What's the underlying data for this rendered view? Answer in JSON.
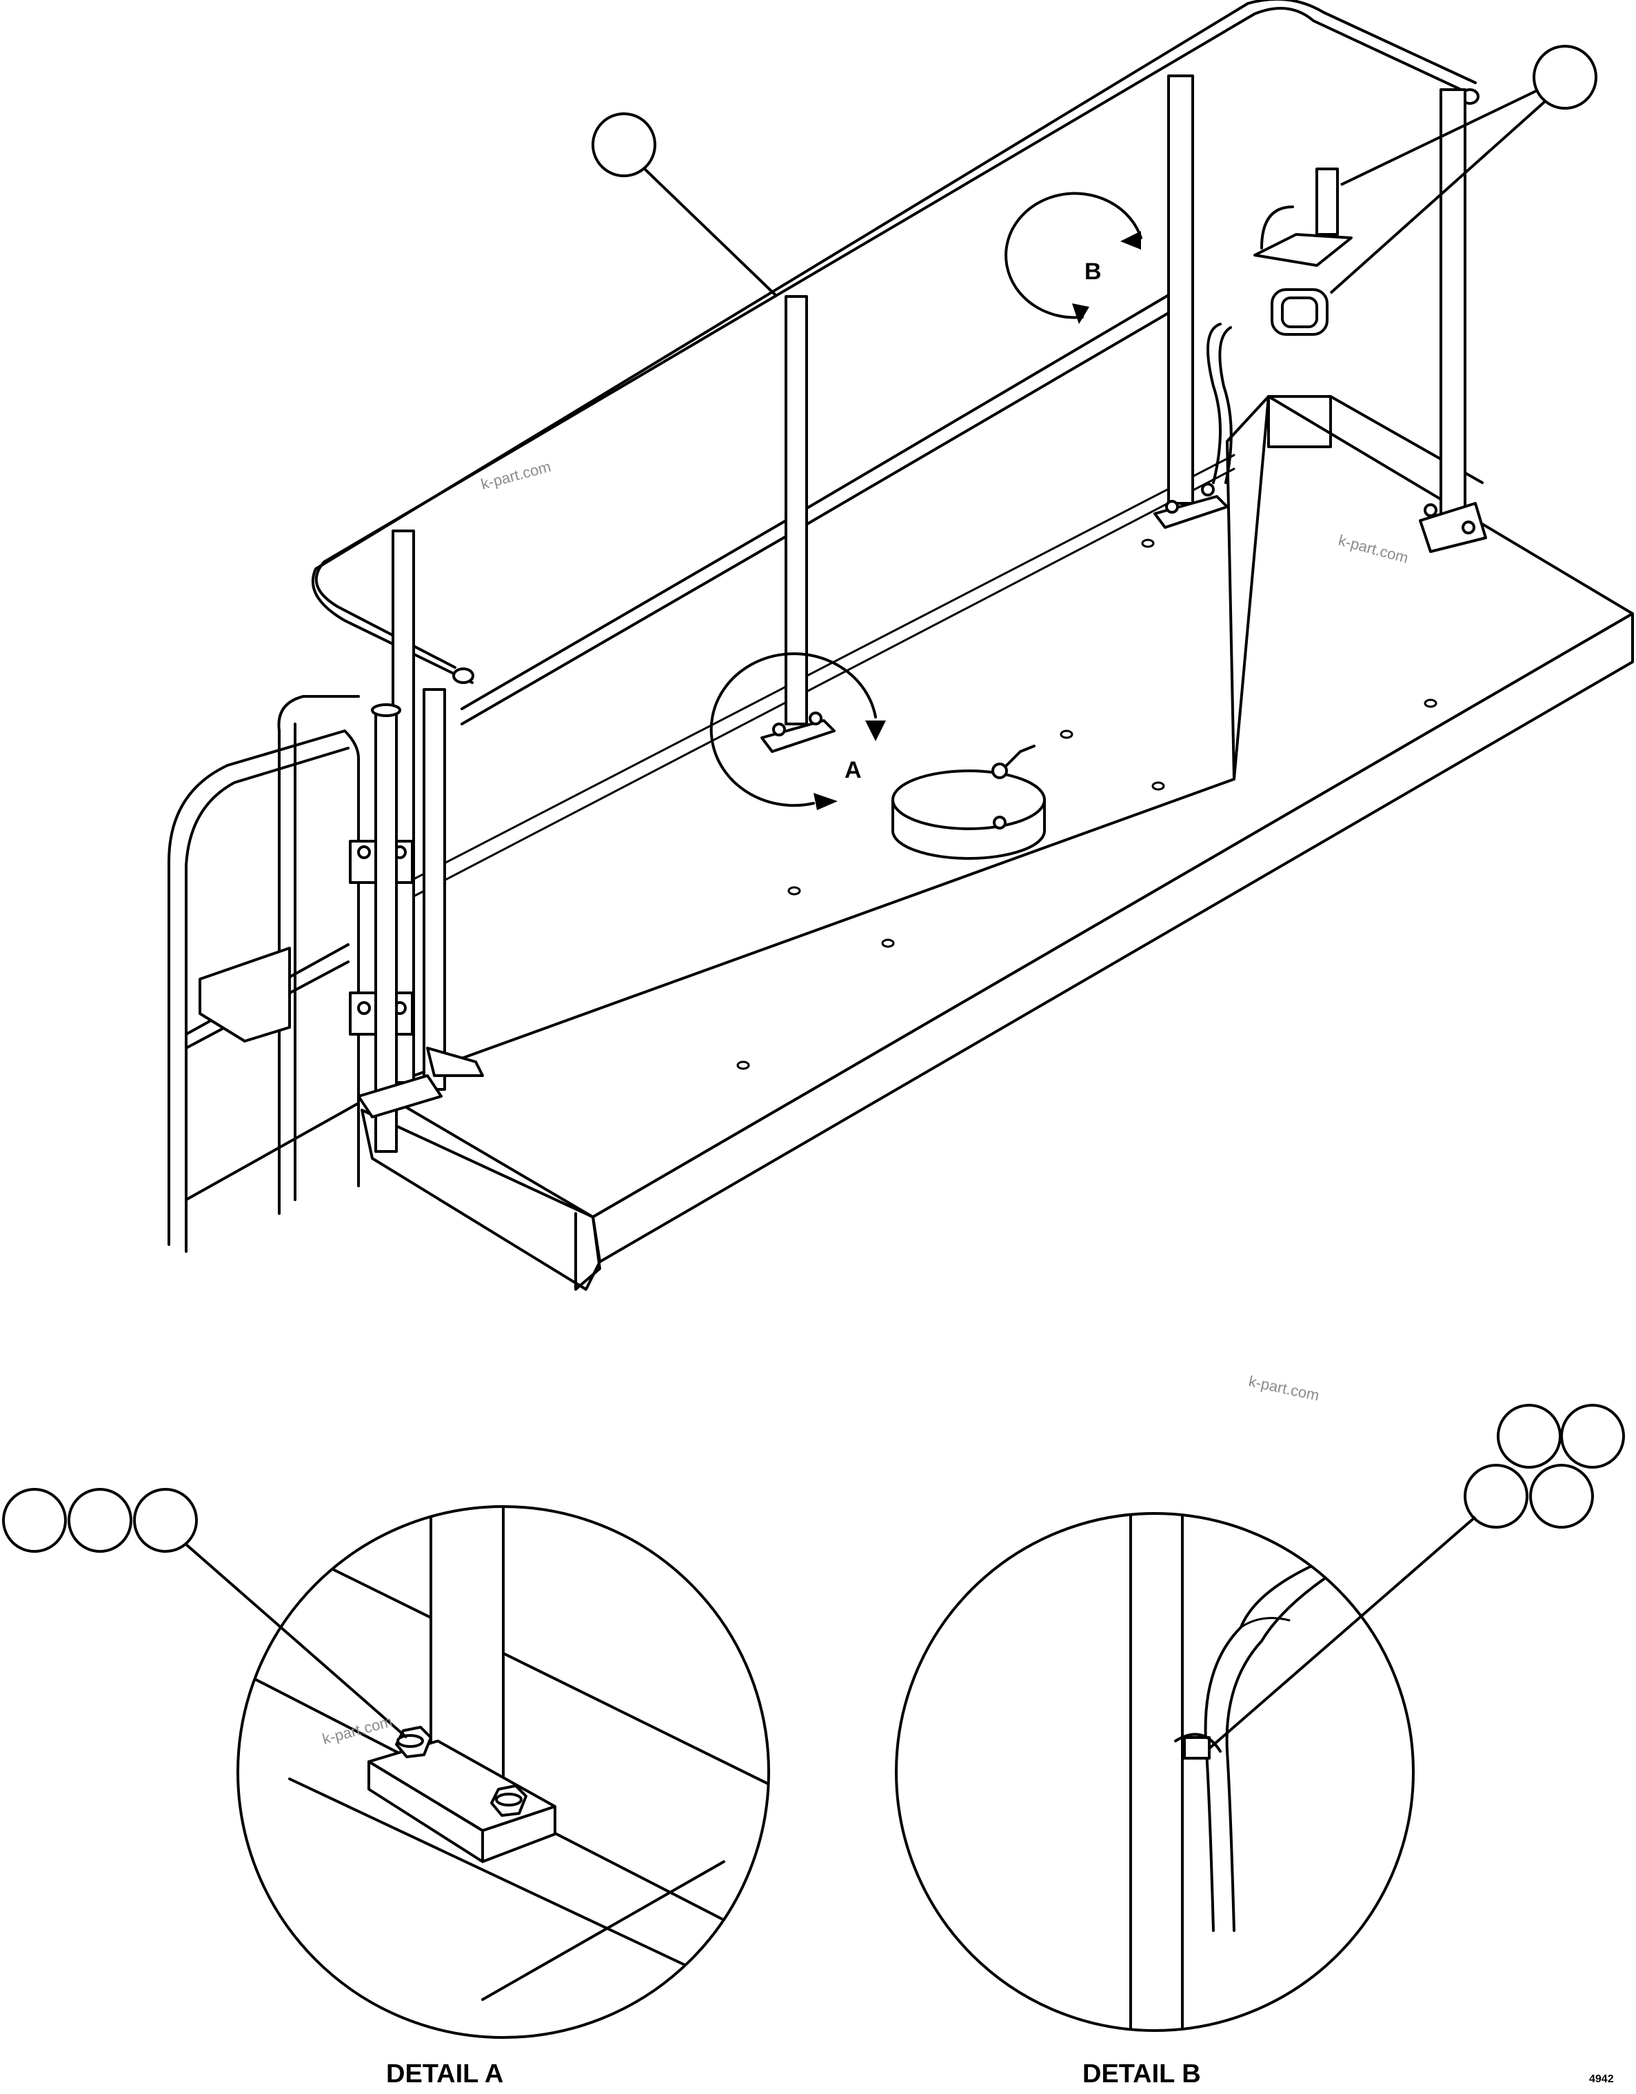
{
  "callout_letters": {
    "detail_a": "A",
    "detail_b": "B"
  },
  "detail_titles": {
    "detail_a": "DETAIL A",
    "detail_b": "DETAIL B"
  },
  "watermarks": [
    "k-part.com",
    "k-part.com",
    "k-part.com",
    "k-part.com"
  ],
  "figure_code": "4942"
}
